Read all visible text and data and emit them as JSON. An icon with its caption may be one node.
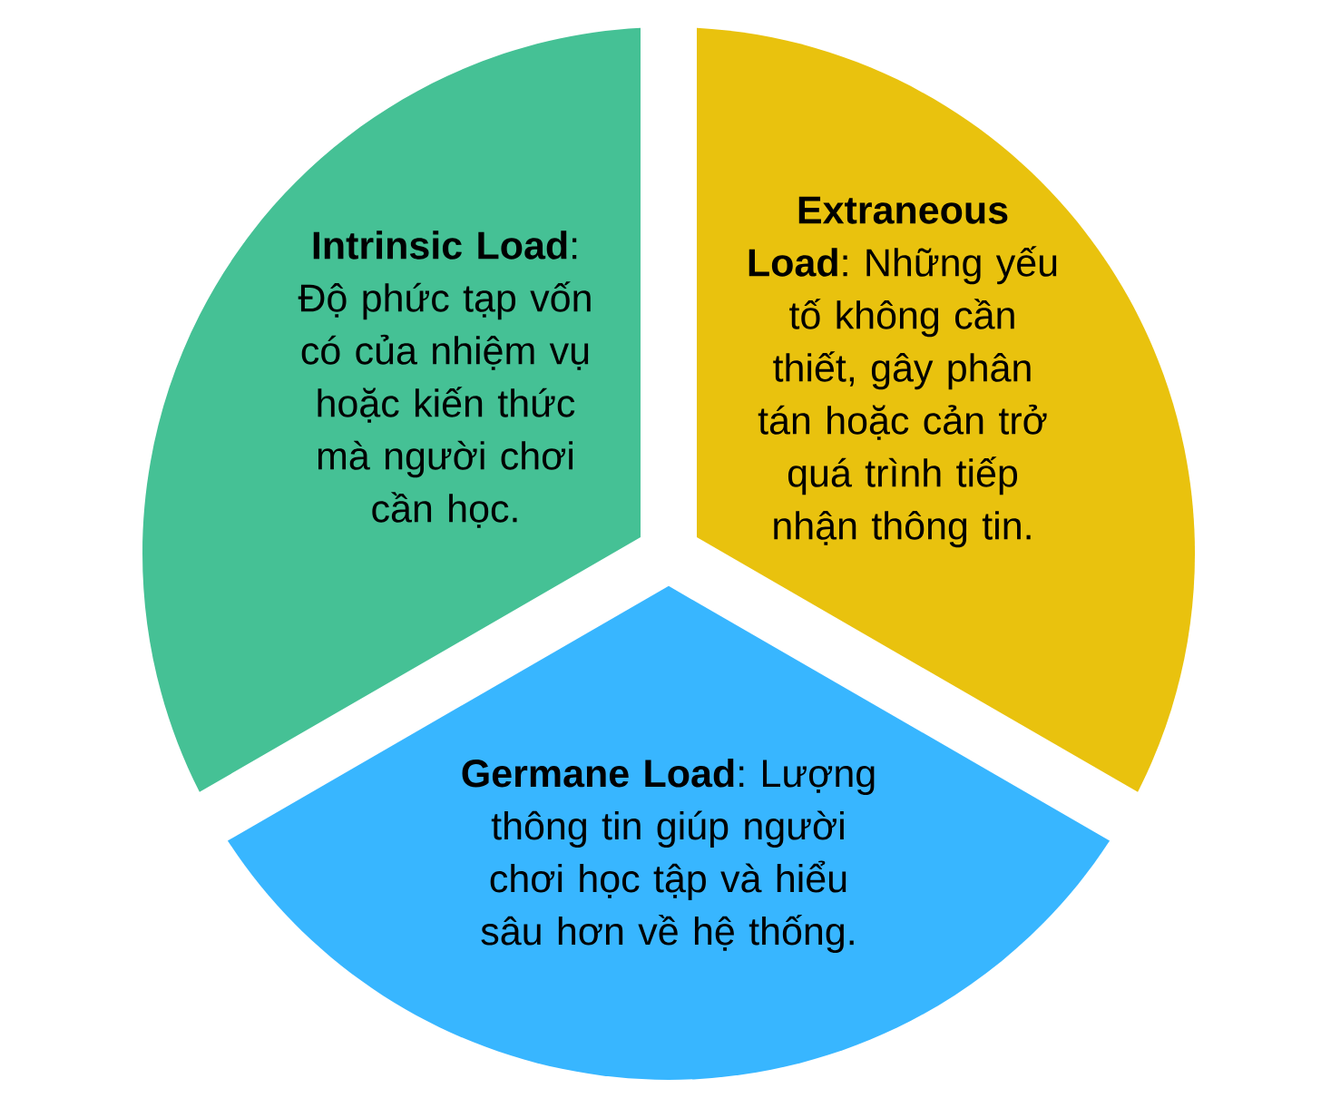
{
  "diagram": {
    "nodes": [
      {
        "text": [
          "**Intrinsic Load**: Độ phức tạp vốn có của nhiệm vụ hoặc kiến thức mà người chơi cần học."
        ]
      },
      {
        "text": [
          "**Extraneous Load**: Những yếu tố không cần thiết, gây phân tán hoặc cản trở quá trình tiếp nhận thông tin."
        ]
      },
      {
        "text": [
          "**Germane Load**: Lượng thông tin giúp người chơi học tập và hiểu sâu hơn về hệ thống."
        ]
      }
    ]
  }
}
